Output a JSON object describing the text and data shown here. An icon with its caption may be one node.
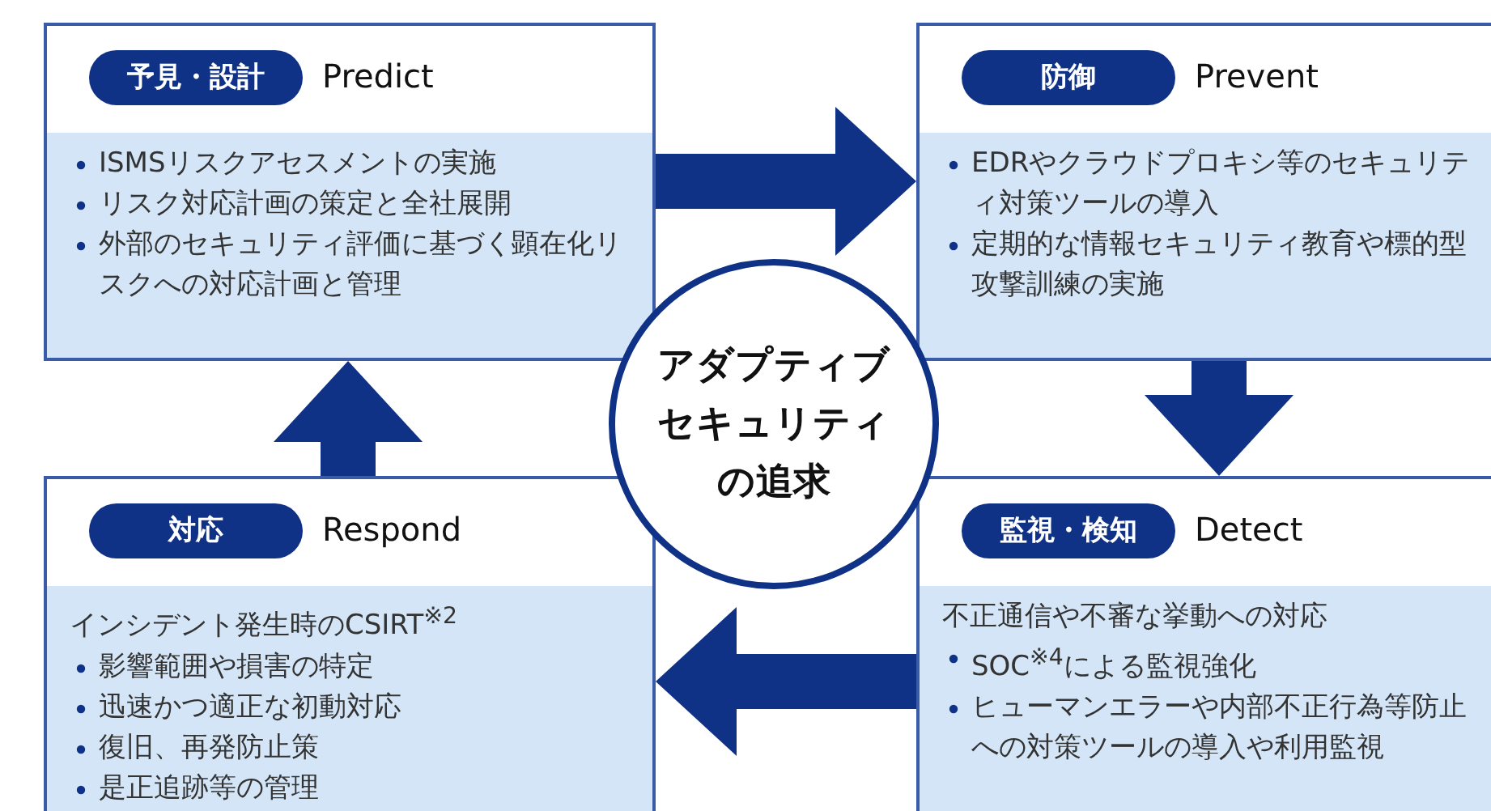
{
  "diagram": {
    "nodes": [
      {
        "text": [
          "予見・設計",
          "Predict",
          "ISMSリスクアセスメントの実施",
          "リスク対応計画の策定と全社展開",
          "外部のセキュリティ評価に基づく顕在化リスクへの対応計画と管理"
        ]
      },
      {
        "text": [
          "防御",
          "Prevent",
          "EDRやクラウドプロキシ等のセキュリティ対策ツールの導入",
          "定期的な情報セキュリティ教育や標的型攻撃訓練の実施"
        ]
      },
      {
        "text": [
          "監視・検知",
          "Detect",
          "不正通信や不審な挙動への対応",
          "SOC$^{※4}$による監視強化",
          "ヒューマンエラーや内部不正行為等防止への対策ツールの導入や利用監視"
        ]
      },
      {
        "text": [
          "対応",
          "Respond",
          "インシデント発生時のCSIRT$^{※2}$",
          "影響範囲や損害の特定",
          "迅速かつ適正な初動対応",
          "復旧、再発防止策",
          "是正追跡等の管理"
        ]
      },
      {
        "text": [
          "アダプティブセキュリティの追求"
        ]
      }
    ],
    "edges": [
      {
        "from": 0,
        "to": 1,
        "arrow": "to"
      },
      {
        "from": 1,
        "to": 2,
        "arrow": "to"
      },
      {
        "from": 2,
        "to": 3,
        "arrow": "to"
      },
      {
        "from": 3,
        "to": 0,
        "arrow": "to"
      }
    ]
  }
}
